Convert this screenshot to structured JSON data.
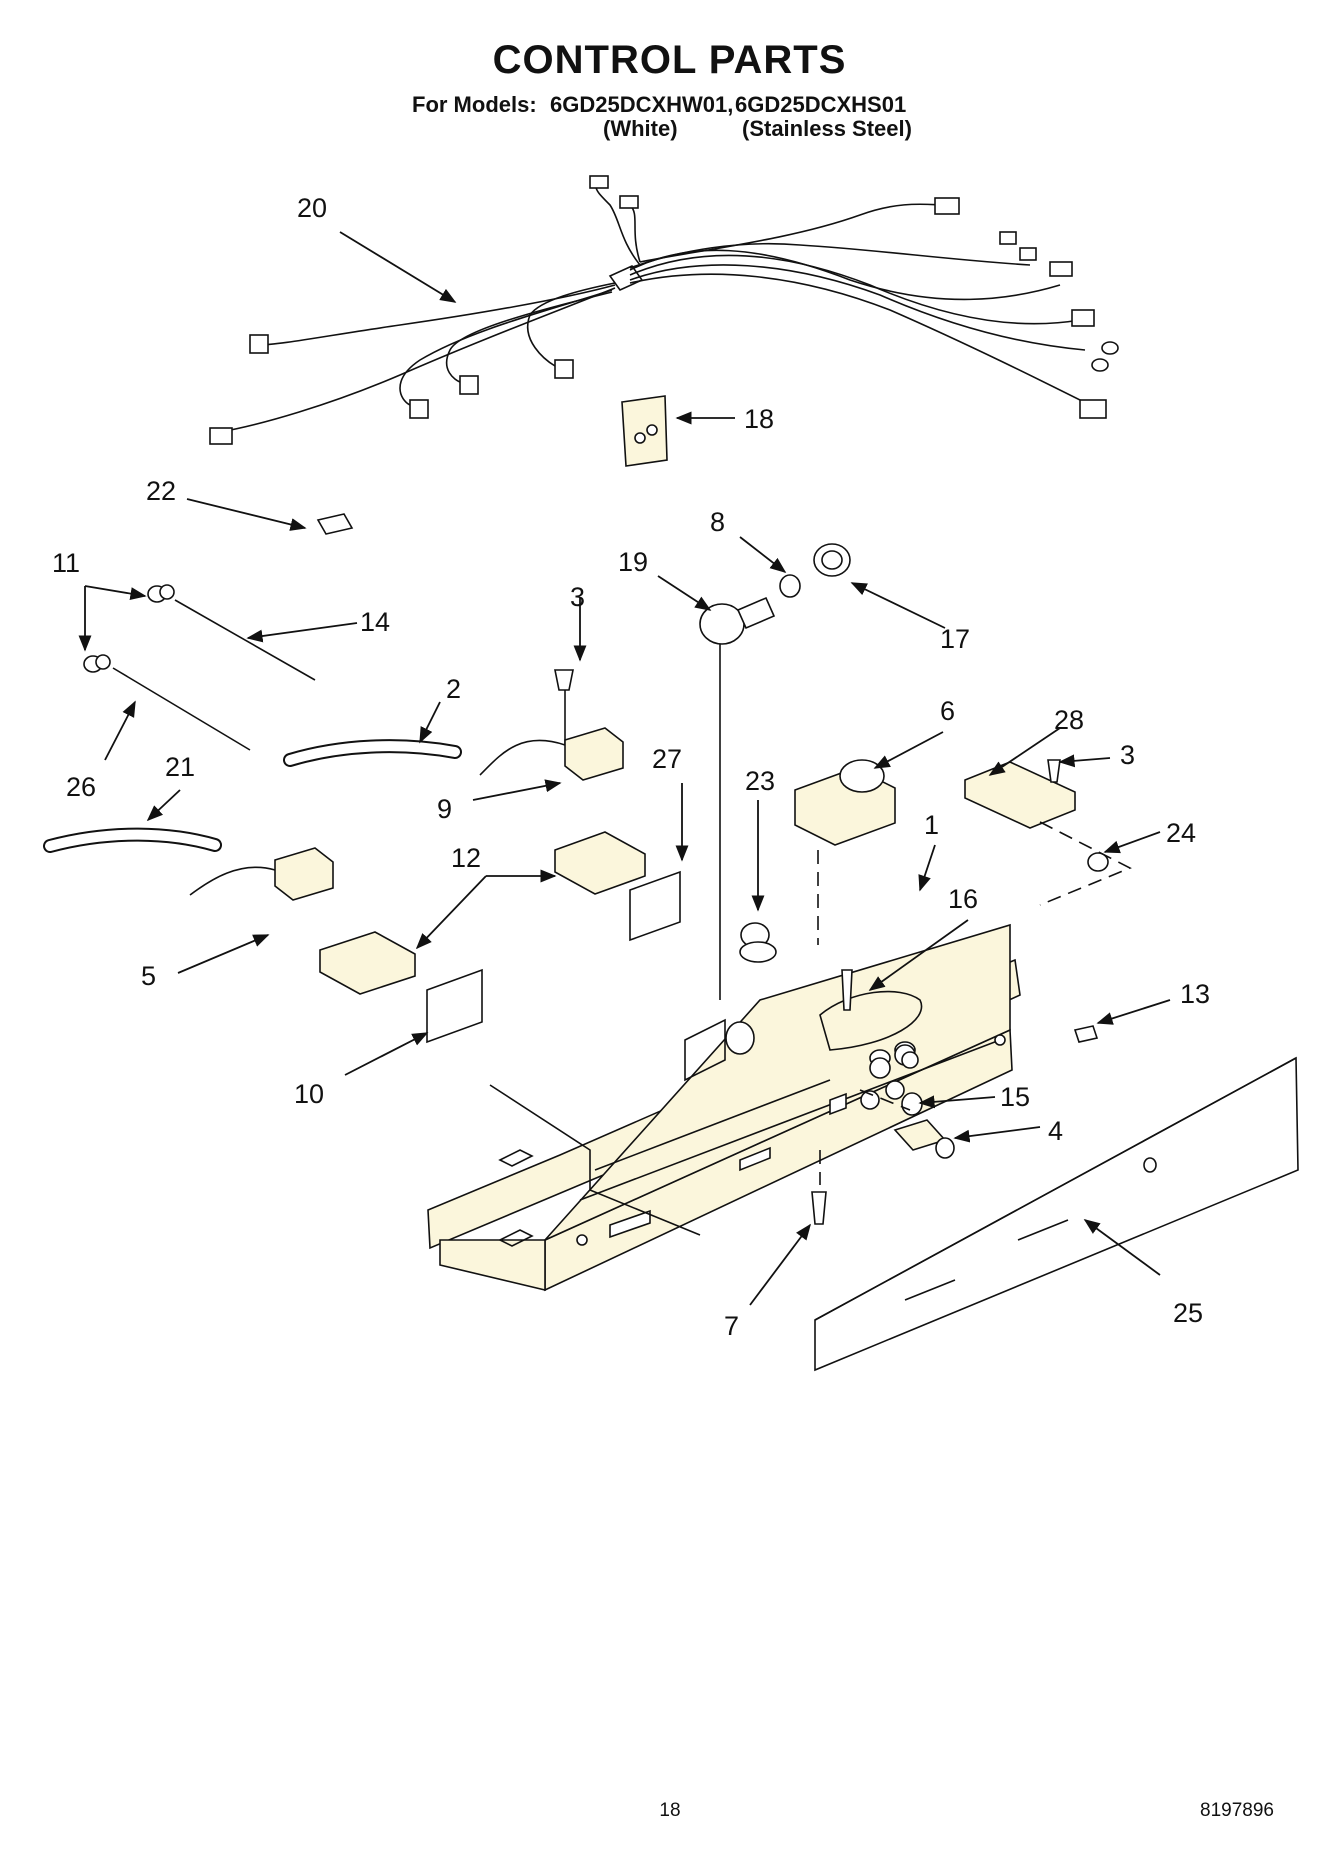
{
  "header": {
    "title": "CONTROL PARTS",
    "models_prefix": "For Models:",
    "model_1": "6GD25DCXHW01,",
    "model_2": "6GD25DCXHS01",
    "model_1_variant": "(White)",
    "model_2_variant": "(Stainless Steel)"
  },
  "callouts": [
    "20",
    "18",
    "22",
    "8",
    "19",
    "17",
    "11",
    "14",
    "3",
    "2",
    "26",
    "21",
    "9",
    "27",
    "6",
    "23",
    "28",
    "3",
    "24",
    "1",
    "16",
    "12",
    "5",
    "13",
    "10",
    "15",
    "4",
    "7",
    "25"
  ],
  "footer": {
    "page_number": "18",
    "doc_number": "8197896"
  }
}
